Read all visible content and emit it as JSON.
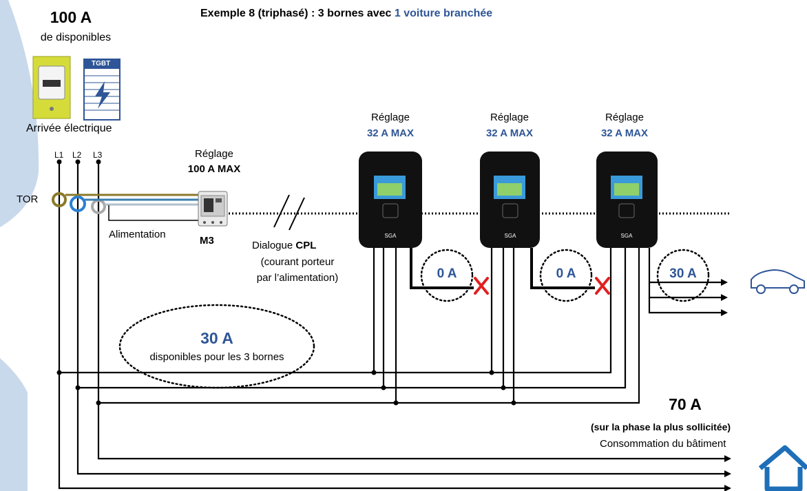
{
  "title": {
    "prefix": "Exemple 8 (triphasé) : 3 bornes avec ",
    "highlight": "1 voiture branchée"
  },
  "supply": {
    "amount": "100 A",
    "label": "de disponibles",
    "arrival": "Arrivée électrique",
    "panel_label": "TGBT"
  },
  "phases": [
    "L1",
    "L2",
    "L3"
  ],
  "tor_label": "TOR",
  "meter": {
    "setting_label": "Réglage",
    "setting_value": "100 A MAX",
    "name": "M3",
    "power_label": "Alimentation"
  },
  "dialogue": {
    "prefix": "Dialogue ",
    "bold": "CPL",
    "line2": "(courant porteur",
    "line3": "par l’alimentation)"
  },
  "chargers": [
    {
      "setting_label": "Réglage",
      "setting_value": "32 A MAX",
      "current": "0 A",
      "brand": "SGA"
    },
    {
      "setting_label": "Réglage",
      "setting_value": "32 A MAX",
      "current": "0 A",
      "brand": "SGA"
    },
    {
      "setting_label": "Réglage",
      "setting_value": "32 A MAX",
      "current": "30 A",
      "brand": "SGA"
    }
  ],
  "available": {
    "amount": "30 A",
    "label": "disponibles pour les 3 bornes"
  },
  "building": {
    "amount": "70 A",
    "note": "(sur la phase la plus sollicitée)",
    "label": "Consommation du bâtiment"
  },
  "colors": {
    "accent_blue": "#2e5597",
    "left_panel": "#c9d9ec",
    "cross_red": "#e02020",
    "meter_yellow": "#d5dc3a"
  },
  "icons": [
    "car-icon",
    "house-icon",
    "lightning-icon",
    "cross-icon"
  ]
}
